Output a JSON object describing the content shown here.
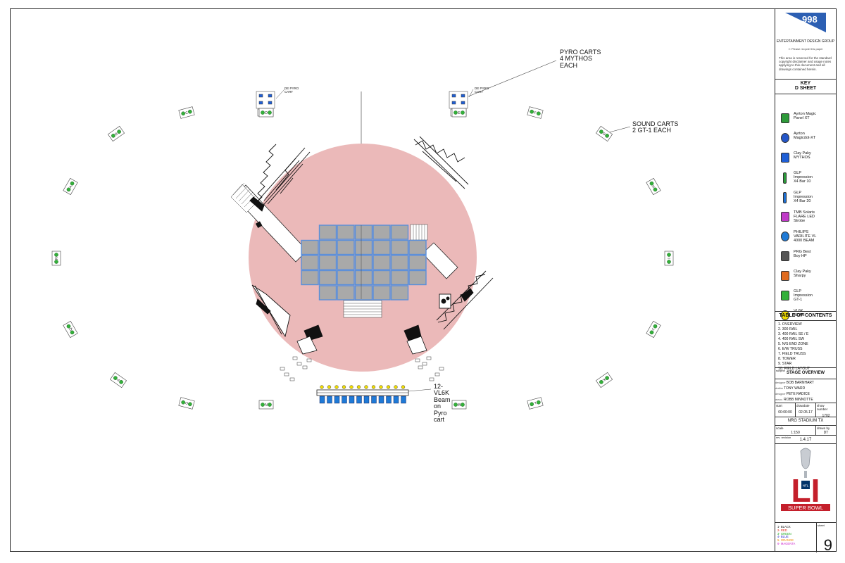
{
  "callouts": {
    "pyro_carts": "PYRO CARTS\n4 MYTHOS\nEACH",
    "sound_carts": "SOUND CARTS\n2 GT-1 EACH",
    "vl6k": "12-\nVL6K\nBeam\non\nPyro\ncart",
    "de_pyro_left": "DE PYRO\nCART",
    "de_pyro_right": "DE PYRO\nCART"
  },
  "carts": {
    "letters": [
      "A",
      "B",
      "C",
      "D",
      "E",
      "F",
      "G",
      "H",
      "I",
      "J",
      "K",
      "L",
      "M",
      "N",
      "O",
      "P",
      "Q",
      "R"
    ]
  },
  "sidebar": {
    "company": "ENTERTAINMENT DESIGN GROUP",
    "recycle": "Please recycle this paper",
    "disclaimer": "This area is reserved for the standard copyright disclaimer and usage notes applying to this document and all drawings contained herein.",
    "key_title": "KEY",
    "key_subtitle": "D SHEET",
    "key_items": [
      {
        "label": "Ayrton Magic\nPanel XT",
        "color": "#2e9a3a",
        "icon": "magic-panel-icon"
      },
      {
        "label": "Ayrton\nMagicdot-XT",
        "color": "#2456c8",
        "icon": "magicdot-icon"
      },
      {
        "label": "Clay Paky\nMYTHOS",
        "color": "#1f5fd6",
        "icon": "mythos-icon"
      },
      {
        "label": "GLP\nImpression\nX4 Bar 10",
        "color": "#2a9a3a",
        "icon": "x4-bar-10-icon"
      },
      {
        "label": "GLP\nImpression\nX4 Bar 20",
        "color": "#1e6fd0",
        "icon": "x4-bar-20-icon"
      },
      {
        "label": "TMB Solaris\nFLARE LED\nStrobe",
        "color": "#c03ac8",
        "icon": "flare-strobe-icon"
      },
      {
        "label": "PHILIPS\nVARILITE VL\n4000 BEAM",
        "color": "#1f7ad6",
        "icon": "vl4000-icon"
      },
      {
        "label": "PRG Best\nBoy HP",
        "color": "#555555",
        "icon": "best-boy-icon"
      },
      {
        "label": "Clay Paky\nSharpy",
        "color": "#e06a1e",
        "icon": "sharpy-icon"
      },
      {
        "label": "GLP\nImpression\nGT-1",
        "color": "#33b03a",
        "icon": "gt1-icon"
      },
      {
        "label": "VL6K\nBEAM",
        "color": "#f0dc00",
        "icon": "vl6k-icon"
      }
    ],
    "toc_title": "TABLE OF CONTENTS",
    "toc": [
      "1. OVERVIEW",
      "2. 300 RAIL",
      "3. 400 RAIL SE / E",
      "4. 400 RAIL SW",
      "5. N/S END ZONE",
      "6. E/W TRUSS",
      "7. FIELD TRUSS",
      "8. TOWER",
      "9. STAR",
      "10. FIELD LAYOUT"
    ],
    "subject_label": "subject",
    "subject": "STAGE OVERVIEW",
    "credits": [
      {
        "k": "designer",
        "v": "BOB BARNHART"
      },
      {
        "k": "drafter",
        "v": "TONY WARD"
      },
      {
        "k": "designer",
        "v": "PETE RADICE"
      },
      {
        "k": "assoc.",
        "v": "ROBB MINNOTTE"
      }
    ],
    "row1": {
      "a_l": "start",
      "a": "00:00:00",
      "b_l": "drawdate",
      "b": "02.05.17",
      "c_l": "show number",
      "c": "1702"
    },
    "venue": "NRG STADIUM TX",
    "row3": {
      "a_l": "scale",
      "a": "1:150",
      "b_l": "drawn by",
      "b": "DT"
    },
    "rev_label": "rev. revision",
    "rev": "1.4.17",
    "sb_logo": "SUPER BOWL",
    "nfl": "NFL",
    "roman": "LI",
    "line_colors": [
      "1- BLACK",
      "2- RED",
      "3- GREEN",
      "4- BLUE",
      "5- ORANGE",
      "6- MAGENTA"
    ],
    "sheet_label": "sheet",
    "sheet": "9"
  }
}
